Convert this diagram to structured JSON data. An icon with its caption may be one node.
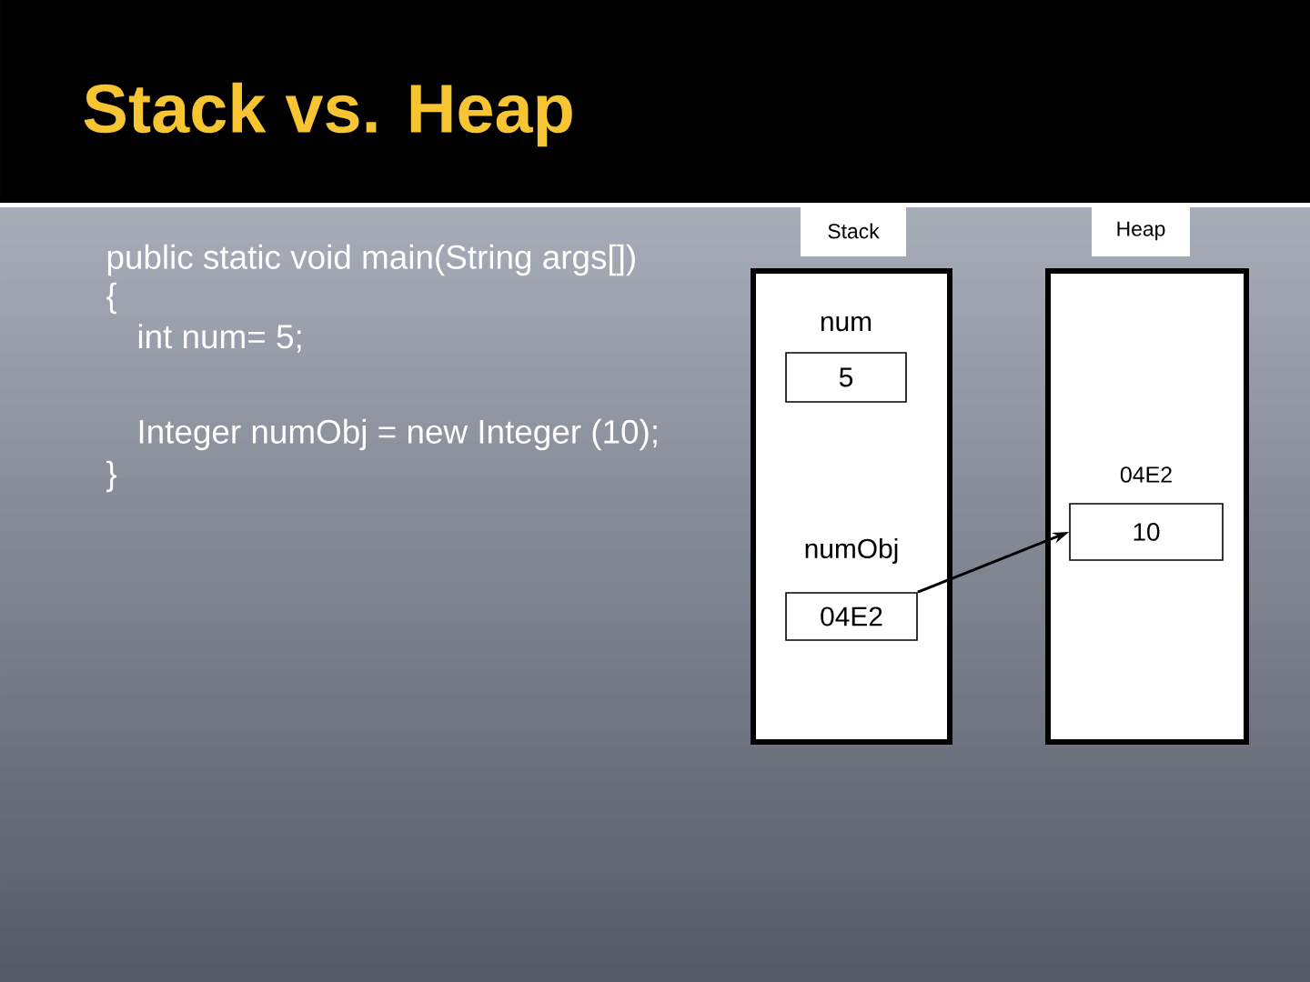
{
  "diagram": {
    "title": "Stack vs. Heap",
    "nodes": [
      {
        "text": [
          "Stack"
        ]
      },
      {
        "text": [
          "num",
          "5"
        ],
        "in": 0
      },
      {
        "text": [
          "numObj",
          "04E2"
        ],
        "in": 0
      },
      {
        "text": [
          "Heap"
        ]
      },
      {
        "text": [
          "04E2",
          "10"
        ],
        "in": 3
      }
    ],
    "edges": [
      {
        "from": 2,
        "to": 4,
        "arrow": "to"
      }
    ],
    "labels": [
      "public static void main(String args[])",
      "{",
      "int num= 5;",
      "Integer numObj = new Integer (10);",
      "}"
    ]
  }
}
